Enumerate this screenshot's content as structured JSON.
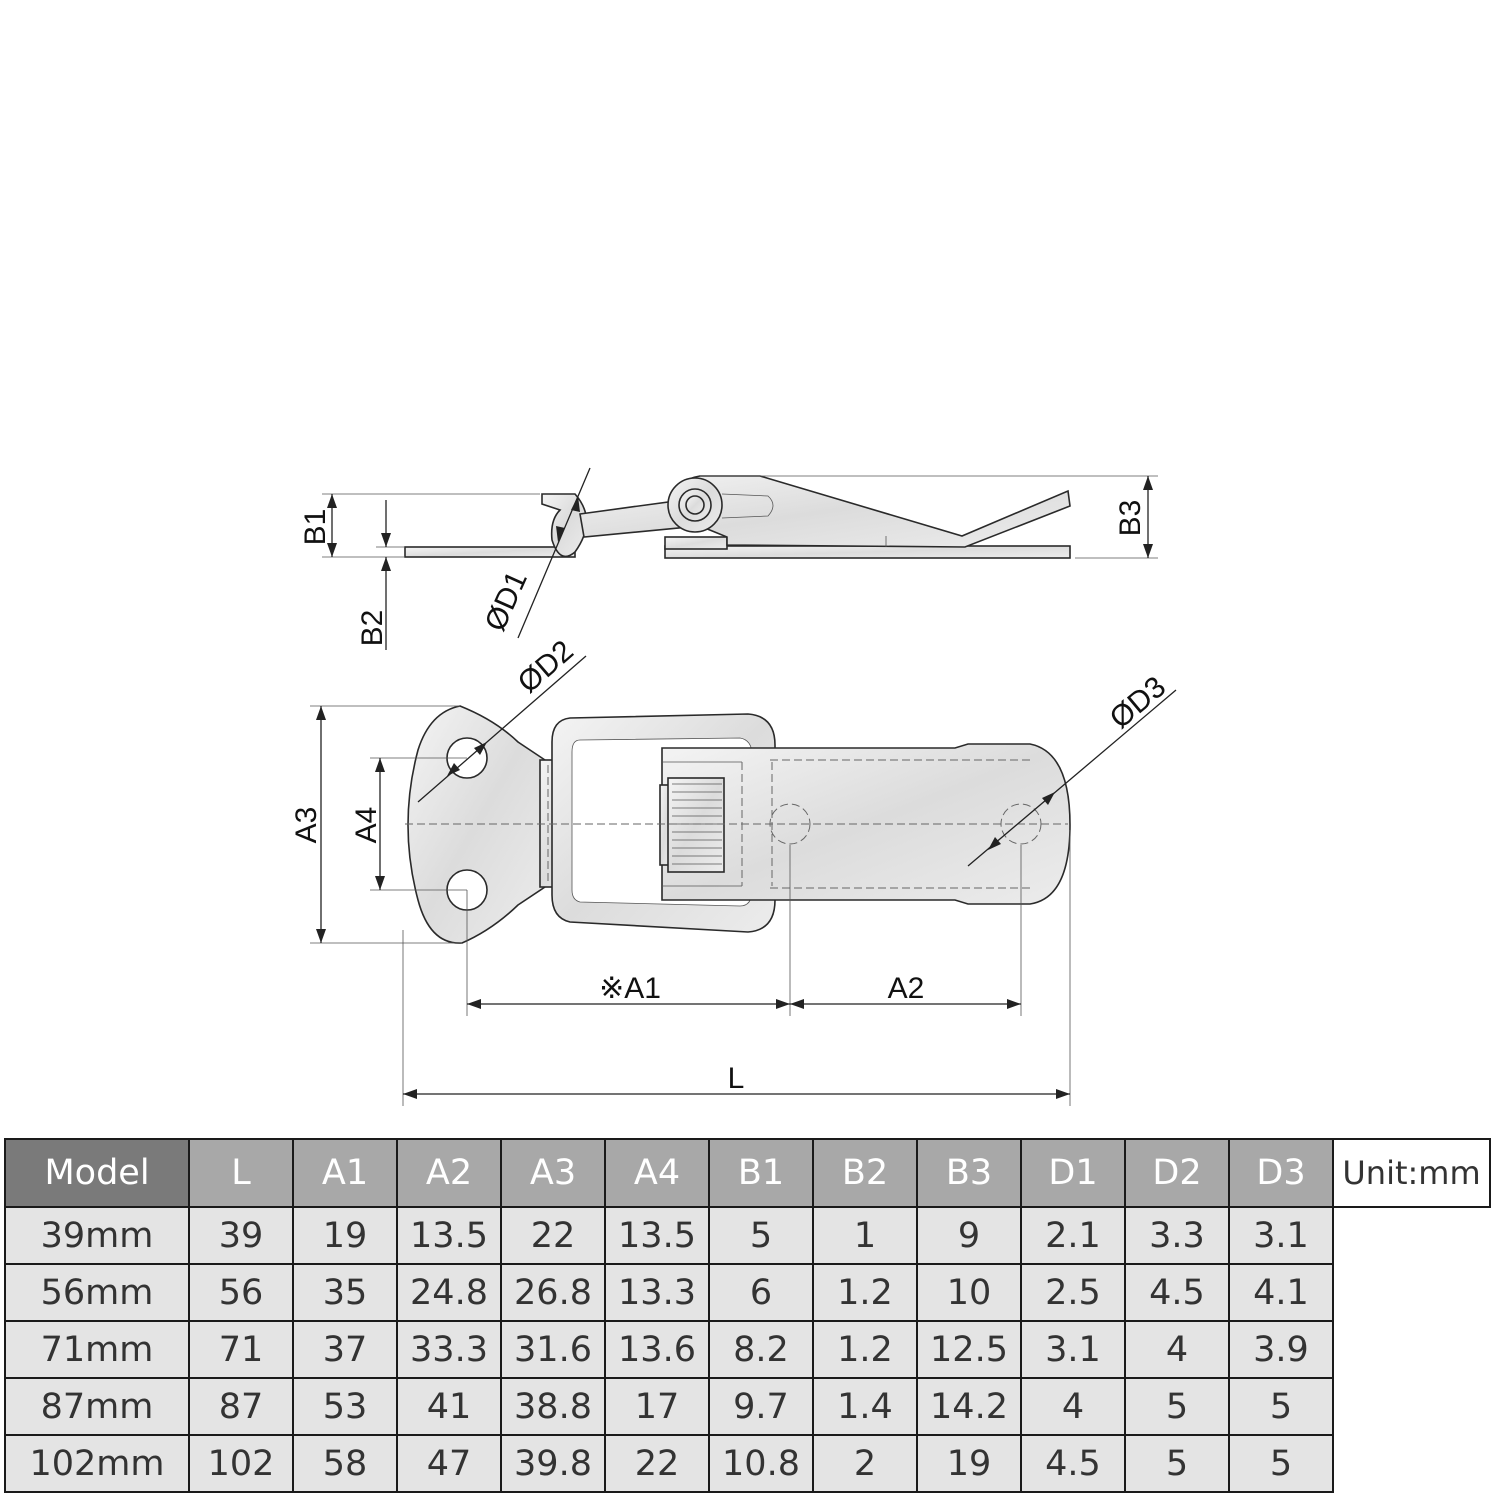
{
  "labels": {
    "B1": "B1",
    "B2": "B2",
    "B3": "B3",
    "D1": "ØD1",
    "D2": "ØD2",
    "D3": "ØD3",
    "A1": "※A1",
    "A2": "A2",
    "A3": "A3",
    "A4": "A4",
    "L": "L"
  },
  "table": {
    "headers": [
      "Model",
      "L",
      "A1",
      "A2",
      "A3",
      "A4",
      "B1",
      "B2",
      "B3",
      "D1",
      "D2",
      "D3"
    ],
    "rows": [
      [
        "39mm",
        "39",
        "19",
        "13.5",
        "22",
        "13.5",
        "5",
        "1",
        "9",
        "2.1",
        "3.3",
        "3.1"
      ],
      [
        "56mm",
        "56",
        "35",
        "24.8",
        "26.8",
        "13.3",
        "6",
        "1.2",
        "10",
        "2.5",
        "4.5",
        "4.1"
      ],
      [
        "71mm",
        "71",
        "37",
        "33.3",
        "31.6",
        "13.6",
        "8.2",
        "1.2",
        "12.5",
        "3.1",
        "4",
        "3.9"
      ],
      [
        "87mm",
        "87",
        "53",
        "41",
        "38.8",
        "17",
        "9.7",
        "1.4",
        "14.2",
        "4",
        "5",
        "5"
      ],
      [
        "102mm",
        "102",
        "58",
        "47",
        "39.8",
        "22",
        "10.8",
        "2",
        "19",
        "4.5",
        "5",
        "5"
      ]
    ],
    "unit": "Unit:mm"
  }
}
